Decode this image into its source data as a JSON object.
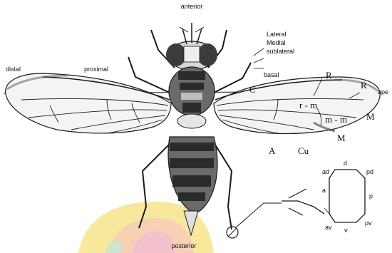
{
  "labels": {
    "anterior": "anterior",
    "posterior": "posterior",
    "distal": "distal",
    "proximal": "proximal",
    "lateral": "Lateral",
    "medial": "Medial",
    "sublateral": "sublateral",
    "basal": "basal",
    "apex": "ape",
    "C": "C",
    "R_upper": "R",
    "R_tip": "R",
    "r_m": "r - m",
    "m_m": "m - m",
    "M_right": "M",
    "M_lower": "M",
    "A": "A",
    "Cu": "Cu"
  },
  "detail": {
    "ad": "ad",
    "d": "d",
    "pd": "pd",
    "a": "a",
    "p": "p",
    "av": "av",
    "v": "v",
    "pv": "pv"
  },
  "colors": {
    "ink": "#1a1a1a",
    "wing_fill": "#f4f4f4",
    "body_dark": "#2b2b2b",
    "body_mid": "#6a6a6a",
    "watermark_yellow": "#f7e58a",
    "watermark_pink": "#f2b6c6",
    "watermark_green": "#bfe3c4"
  }
}
